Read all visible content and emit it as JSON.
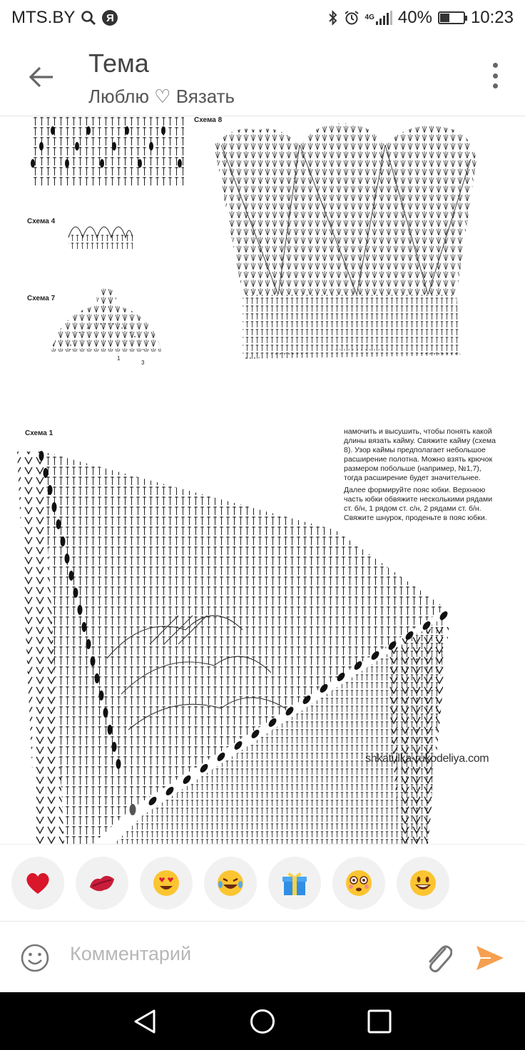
{
  "status_bar": {
    "carrier": "MTS.BY",
    "network": "4G",
    "battery": "40%",
    "battery_level": 0.4,
    "time": "10:23"
  },
  "header": {
    "title": "Тема",
    "subtitle": "Люблю ♡ Вязать"
  },
  "post": {
    "scheme_labels": {
      "s8": "Схема 8",
      "s4": "Схема 4",
      "s7": "Схема 7",
      "s1": "Схема 1"
    },
    "text_paragraphs": [
      "намочить и высушить, чтобы понять какой длины вязать кайму. Свяжите кайму (схема 8). Узор каймы предполагает небольшое расширение полотна. Можно взять крючок размером побольше (например, №1,7), тогда расширение будет значительнее.",
      "Далее формируйте пояс юбки. Верхнюю часть юбки обвяжите несколькими рядами ст. б/н, 1 рядом ст. с/н, 2 рядами ст. б/н. Свяжите шнурок, проденьте в пояс юбки."
    ],
    "watermark": "shkatulka-rukodeliya.com"
  },
  "reactions": [
    {
      "icon": "heart-icon",
      "glyph": "❤️"
    },
    {
      "icon": "kiss-icon",
      "glyph": "💋"
    },
    {
      "icon": "heart-eyes-icon",
      "glyph": "😍"
    },
    {
      "icon": "laughing-icon",
      "glyph": "😂"
    },
    {
      "icon": "gift-icon",
      "glyph": "🎁"
    },
    {
      "icon": "surprised-icon",
      "glyph": "😳"
    },
    {
      "icon": "smile-icon",
      "glyph": "😀"
    }
  ],
  "comment": {
    "placeholder": "Комментарий"
  },
  "colors": {
    "send_accent": "#f5a050",
    "icon_gray": "#777777"
  }
}
